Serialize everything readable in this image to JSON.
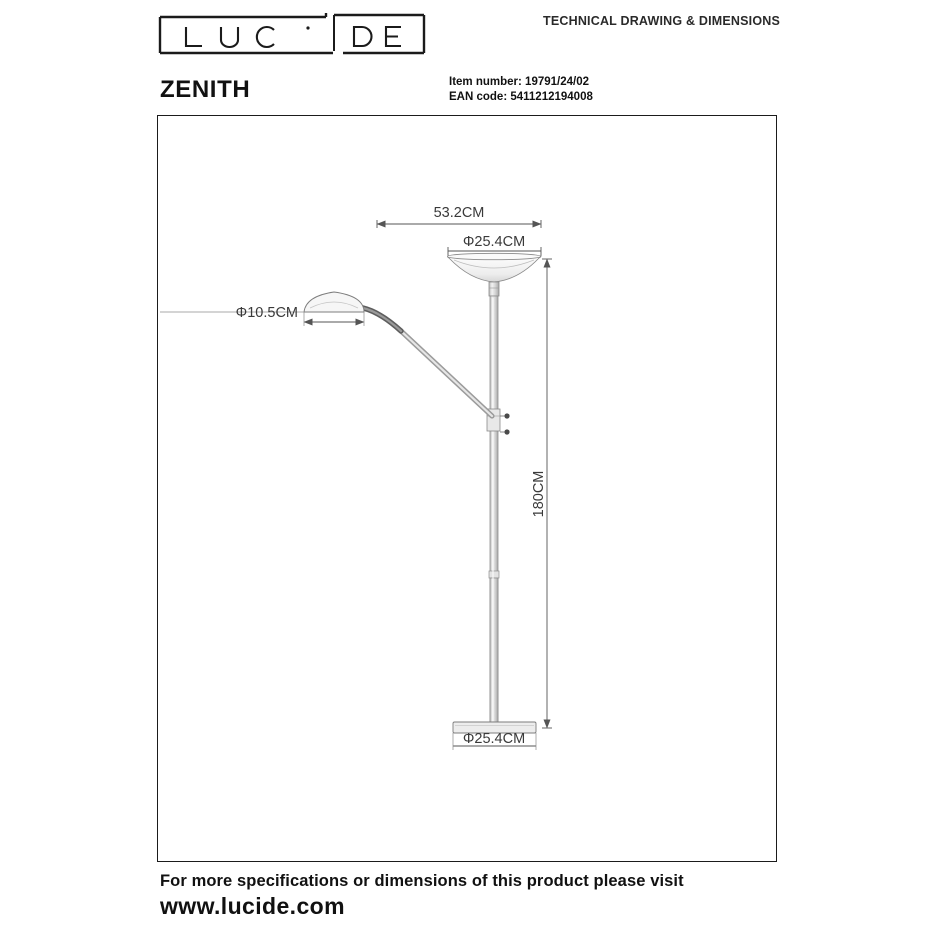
{
  "header": {
    "logo_text": "LUCIDE",
    "logo_letters": [
      "L",
      "U",
      "C",
      "I",
      "D",
      "E"
    ],
    "technical_label": "TECHNICAL DRAWING & DIMENSIONS",
    "product_name": "ZENITH",
    "item_number_label": "Item number:",
    "item_number_value": "19791/24/02",
    "ean_label": "EAN code:",
    "ean_value": "5411212194008"
  },
  "drawing": {
    "dimensions": {
      "width_overall": "53.2CM",
      "top_shade_diameter": "Φ25.4CM",
      "reading_shade_diameter": "Φ10.5CM",
      "height_overall": "180CM",
      "base_diameter": "Φ25.4CM"
    },
    "line_color": "#8a8a8a",
    "dim_color": "#555555",
    "text_color": "#3a3a3a"
  },
  "footer": {
    "call_to_action": "For more specifications or dimensions of this product please visit",
    "website": "www.lucide.com"
  }
}
